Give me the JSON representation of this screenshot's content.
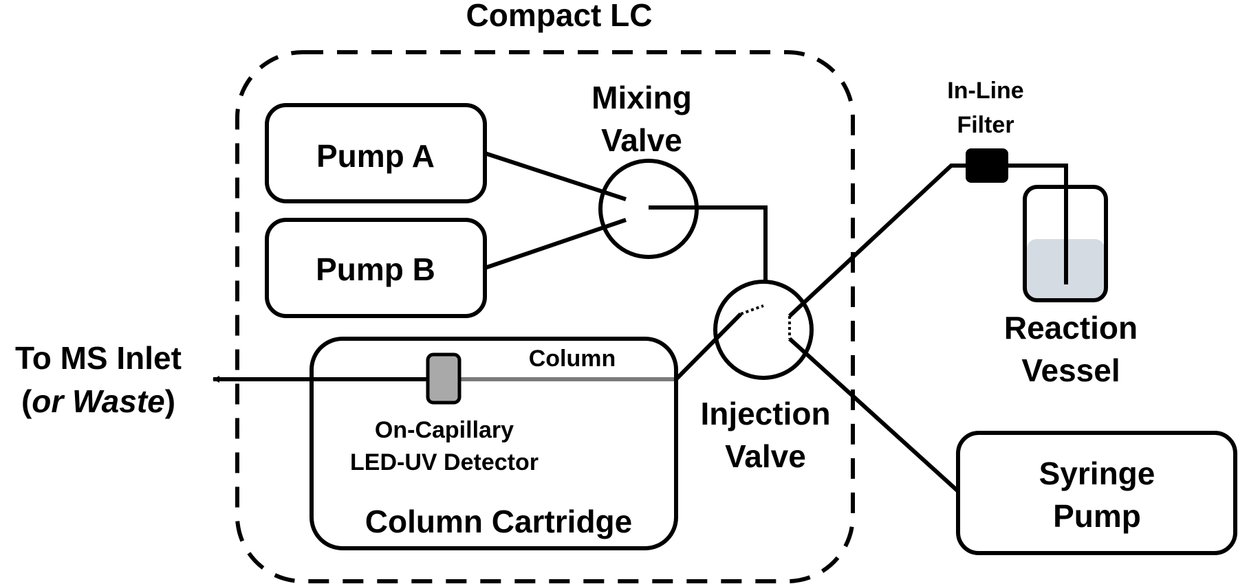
{
  "title": "Compact LC",
  "components": {
    "pump_a": "Pump A",
    "pump_b": "Pump B",
    "mixing_valve": [
      "Mixing",
      "Valve"
    ],
    "injection_valve": [
      "Injection",
      "Valve"
    ],
    "column": "Column",
    "detector": [
      "On-Capillary",
      "LED-UV Detector"
    ],
    "column_cartridge": "Column Cartridge",
    "in_line_filter": [
      "In-Line",
      "Filter"
    ],
    "reaction_vessel": [
      "Reaction",
      "Vessel"
    ],
    "syringe_pump": [
      "Syringe",
      "Pump"
    ],
    "outlet": {
      "line1": "To MS Inlet",
      "line2_open": "(",
      "line2_italic": "or Waste",
      "line2_close": ")"
    }
  },
  "colors": {
    "stroke": "#000000",
    "column_line": "#7a7a7a",
    "detector_fill": "#a9a9a9",
    "liquid_fill": "#d5dbe3"
  }
}
